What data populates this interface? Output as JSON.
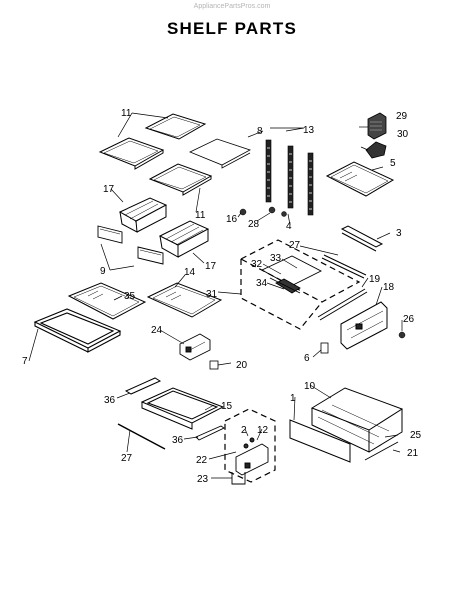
{
  "header": {
    "watermark": "AppliancePartsPros.com",
    "title": "SHELF PARTS"
  },
  "callouts": [
    "11",
    "8",
    "13",
    "29",
    "30",
    "5",
    "17",
    "16",
    "28",
    "4",
    "11",
    "3",
    "27",
    "9",
    "17",
    "33",
    "32",
    "19",
    "18",
    "14",
    "35",
    "31",
    "34",
    "26",
    "7",
    "24",
    "6",
    "20",
    "10",
    "36",
    "15",
    "1",
    "12",
    "2",
    "25",
    "36",
    "22",
    "27",
    "21",
    "23"
  ]
}
